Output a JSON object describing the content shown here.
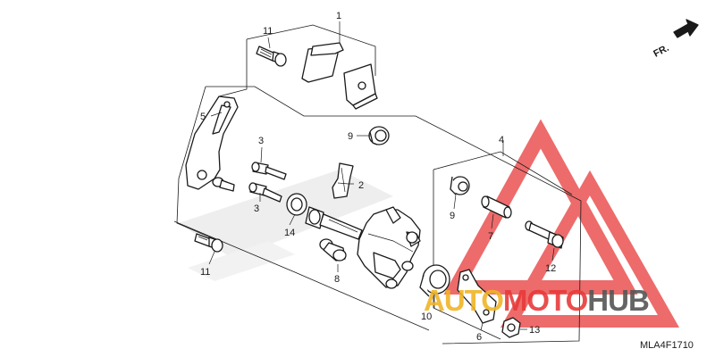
{
  "diagram": {
    "direction_label": "FR.",
    "diagram_code": "MLA4F1710",
    "watermark": {
      "part1": "AUTO",
      "part2": "MOTO",
      "part3": "HUB"
    },
    "callouts": [
      {
        "id": "1",
        "text": "1"
      },
      {
        "id": "2",
        "text": "2"
      },
      {
        "id": "3a",
        "text": "3"
      },
      {
        "id": "3b",
        "text": "3"
      },
      {
        "id": "4",
        "text": "4"
      },
      {
        "id": "5",
        "text": "5"
      },
      {
        "id": "6",
        "text": "6"
      },
      {
        "id": "7",
        "text": "7"
      },
      {
        "id": "8",
        "text": "8"
      },
      {
        "id": "9a",
        "text": "9"
      },
      {
        "id": "9b",
        "text": "9"
      },
      {
        "id": "10",
        "text": "10"
      },
      {
        "id": "11a",
        "text": "11"
      },
      {
        "id": "11b",
        "text": "11"
      },
      {
        "id": "12",
        "text": "12"
      },
      {
        "id": "13",
        "text": "13"
      },
      {
        "id": "14",
        "text": "14"
      }
    ]
  },
  "colors": {
    "line": "#1a1a1a",
    "watermark_red": "#e83a3a",
    "watermark_gold": "#f0b428",
    "watermark_gray": "#555555"
  }
}
